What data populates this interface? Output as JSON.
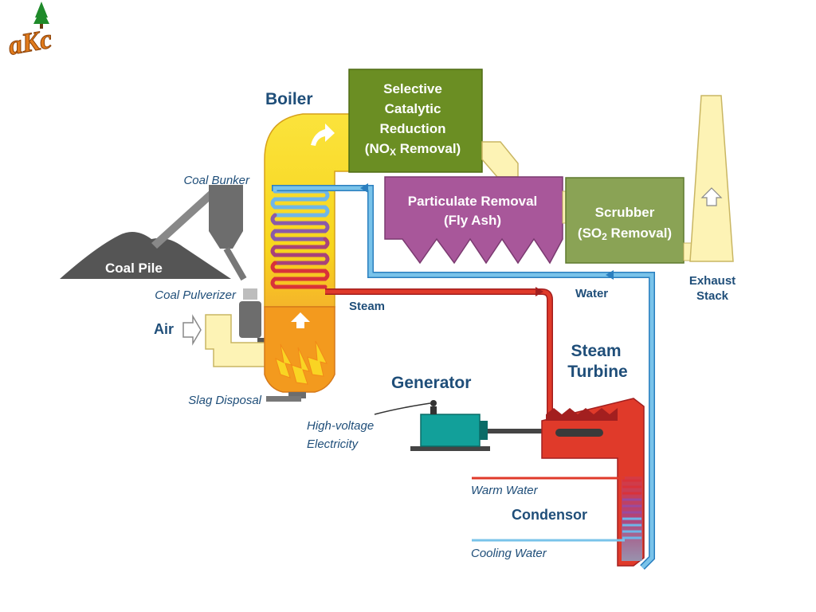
{
  "logo": {
    "text": "aKc",
    "icon": "tree-icon"
  },
  "labels": {
    "boiler": "Boiler",
    "scr_line1": "Selective",
    "scr_line2": "Catalytic",
    "scr_line3": "Reduction",
    "scr_line4_a": "(NO",
    "scr_line4_sub": "X",
    "scr_line4_b": " Removal)",
    "particulate_line1": "Particulate  Removal",
    "particulate_line2": "(Fly Ash)",
    "scrubber_line1": "Scrubber",
    "scrubber_line2_a": "(SO",
    "scrubber_line2_sub": "2",
    "scrubber_line2_b": " Removal)",
    "coal_bunker": "Coal Bunker",
    "coal_pile": "Coal Pile",
    "coal_pulverizer": "Coal Pulverizer",
    "air": "Air",
    "steam": "Steam",
    "water": "Water",
    "exhaust_line1": "Exhaust",
    "exhaust_line2": "Stack",
    "steam_turbine_line1": "Steam",
    "steam_turbine_line2": "Turbine",
    "generator": "Generator",
    "hv_line1": "High-voltage",
    "hv_line2": "Electricity",
    "slag_disposal": "Slag Disposal",
    "warm_water": "Warm Water",
    "condensor": "Condensor",
    "cooling_water": "Cooling Water"
  },
  "colors": {
    "navy_text": "#1f4e79",
    "scr_green": "#6b8e23",
    "scrubber_green": "#8aa355",
    "particulate_purple": "#a8579a",
    "boiler_yellow": "#f7d51d",
    "flame_orange": "#f39a1e",
    "steam_red": "#e03a2a",
    "water_blue": "#79c3ea",
    "duct_cream": "#fdf3b5",
    "coal_gray": "#555555",
    "generator_teal": "#12a09a"
  }
}
